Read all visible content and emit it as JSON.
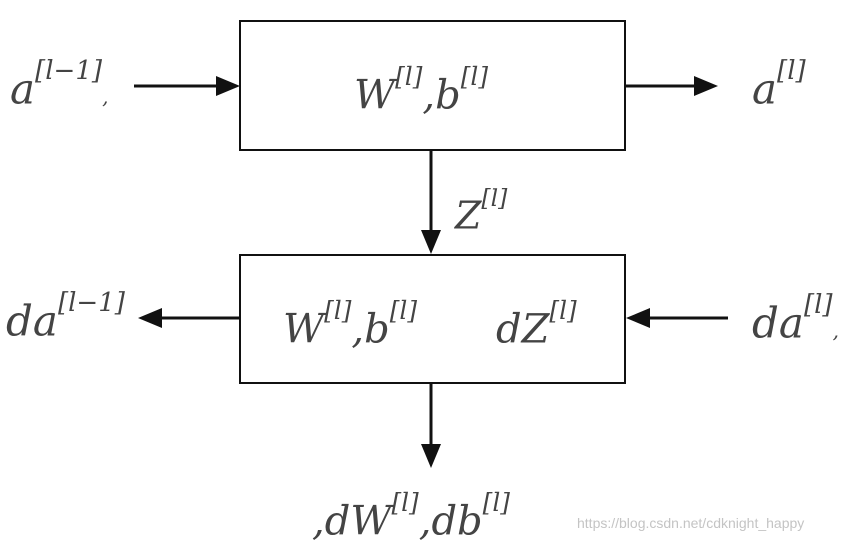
{
  "forward": {
    "input": {
      "base": "a",
      "sup": "[l−1]",
      "trail": ","
    },
    "box_params": {
      "w": "W",
      "w_sup": "[l]",
      "sep": ",",
      "b": "b",
      "b_sup": "[l]"
    },
    "output": {
      "base": "a",
      "sup": "[l]"
    },
    "cache": {
      "base": "Z",
      "sup": "[l]"
    }
  },
  "backward": {
    "input": {
      "base": "da",
      "sup": "[l]",
      "trail": ","
    },
    "box_params": {
      "w": "W",
      "w_sup": "[l]",
      "sep": ",",
      "b": "b",
      "b_sup": "[l]"
    },
    "box_dz": {
      "base": "dZ",
      "sup": "[l]"
    },
    "output": {
      "base": "da",
      "sup": "[l−1]"
    },
    "grads": {
      "lead": ",",
      "dw": "dW",
      "dw_sup": "[l]",
      "sep": ",",
      "db": "db",
      "db_sup": "[l]"
    }
  },
  "watermark": "https://blog.csdn.net/cdknight_happy"
}
